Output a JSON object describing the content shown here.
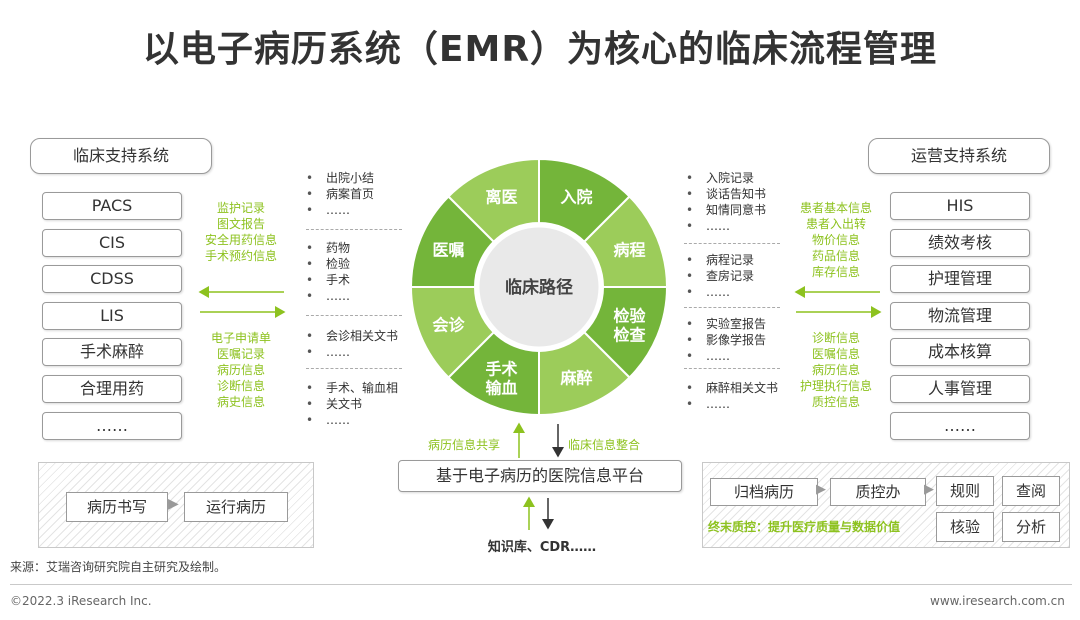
{
  "title": "以电子病历系统（EMR）为核心的临床流程管理",
  "left_panel": {
    "heading": "临床支持系统",
    "items": [
      "PACS",
      "CIS",
      "CDSS",
      "LIS",
      "手术麻醉",
      "合理用药",
      "……"
    ],
    "green_top": [
      "监护记录",
      "图文报告",
      "安全用药信息",
      "手术预约信息"
    ],
    "green_bottom": [
      "电子申请单",
      "医嘱记录",
      "病历信息",
      "诊断信息",
      "病史信息"
    ]
  },
  "right_panel": {
    "heading": "运营支持系统",
    "items": [
      "HIS",
      "绩效考核",
      "护理管理",
      "物流管理",
      "成本核算",
      "人事管理",
      "……"
    ],
    "green_top": [
      "患者基本信息",
      "患者入出转",
      "物价信息",
      "药品信息",
      "库存信息"
    ],
    "green_bottom": [
      "诊断信息",
      "医嘱信息",
      "病历信息",
      "护理执行信息",
      "质控信息"
    ]
  },
  "left_docs": [
    [
      "出院小结",
      "病案首页",
      "……"
    ],
    [
      "药物",
      "检验",
      "手术",
      "……"
    ],
    [
      "会诊相关文书",
      "……"
    ],
    [
      "手术、输血相",
      "关文书",
      "……"
    ]
  ],
  "right_docs": [
    [
      "入院记录",
      "谈话告知书",
      "知情同意书",
      "……"
    ],
    [
      "病程记录",
      "查房记录",
      "……"
    ],
    [
      "实验室报告",
      "影像学报告",
      "……"
    ],
    [
      "麻醉相关文书",
      "……"
    ]
  ],
  "wheel": {
    "center": "临床路径",
    "segments": [
      {
        "label": "入院",
        "color": "#74b53a"
      },
      {
        "label": "病程",
        "color": "#9ccc5a"
      },
      {
        "label": "检验\n检查",
        "color": "#74b53a"
      },
      {
        "label": "麻醉",
        "color": "#9ccc5a"
      },
      {
        "label": "手术\n输血",
        "color": "#74b53a"
      },
      {
        "label": "会诊",
        "color": "#9ccc5a"
      },
      {
        "label": "医嘱",
        "color": "#74b53a"
      },
      {
        "label": "离医",
        "color": "#9ccc5a"
      }
    ]
  },
  "platform": {
    "label": "基于电子病历的医院信息平台",
    "up_label": "病历信息共享",
    "down_label": "临床信息整合",
    "kb": "知识库、CDR……"
  },
  "bottom_left": {
    "a": "病历书写",
    "b": "运行病历"
  },
  "bottom_right": {
    "a": "归档病历",
    "b": "质控办",
    "c": "规则",
    "d": "查阅",
    "e": "核验",
    "f": "分析",
    "note": "终末质控：提升医疗质量与数据价值"
  },
  "source": "来源：艾瑞咨询研究院自主研究及绘制。",
  "copyright": "©2022.3 iResearch Inc.",
  "website": "www.iresearch.com.cn"
}
